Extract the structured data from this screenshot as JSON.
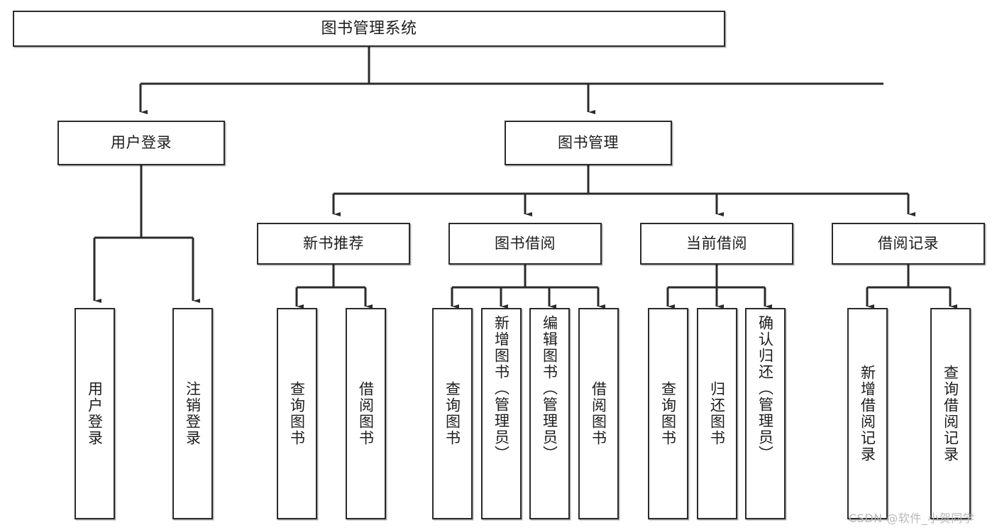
{
  "diagram": {
    "title": "图书管理系统",
    "root": {
      "label": "图书管理系统"
    },
    "level1": [
      {
        "label": "用户登录"
      },
      {
        "label": "图书管理"
      }
    ],
    "level2": [
      {
        "label": "新书推荐"
      },
      {
        "label": "图书借阅"
      },
      {
        "label": "当前借阅"
      },
      {
        "label": "借阅记录"
      }
    ],
    "leaves": {
      "user_login": [
        {
          "label": "用户登录"
        },
        {
          "label": "注销登录"
        }
      ],
      "new_book_recommend": [
        {
          "label": "查询图书"
        },
        {
          "label": "借阅图书"
        }
      ],
      "book_borrow": [
        {
          "label": "查询图书"
        },
        {
          "label": "新增图书（管理员）"
        },
        {
          "label": "编辑图书（管理员）"
        },
        {
          "label": "借阅图书"
        }
      ],
      "current_borrow": [
        {
          "label": "查询图书"
        },
        {
          "label": "归还图书"
        },
        {
          "label": "确认归还（管理员）"
        }
      ],
      "borrow_record": [
        {
          "label": "新增借阅记录"
        },
        {
          "label": "查询借阅记录"
        }
      ]
    }
  },
  "watermark": {
    "text": "CSDN @软件_小贺同学"
  },
  "colors": {
    "border": "#2b2b2b",
    "background": "#ffffff",
    "text": "#1d1d1d",
    "watermark": "#b9b9b9"
  }
}
